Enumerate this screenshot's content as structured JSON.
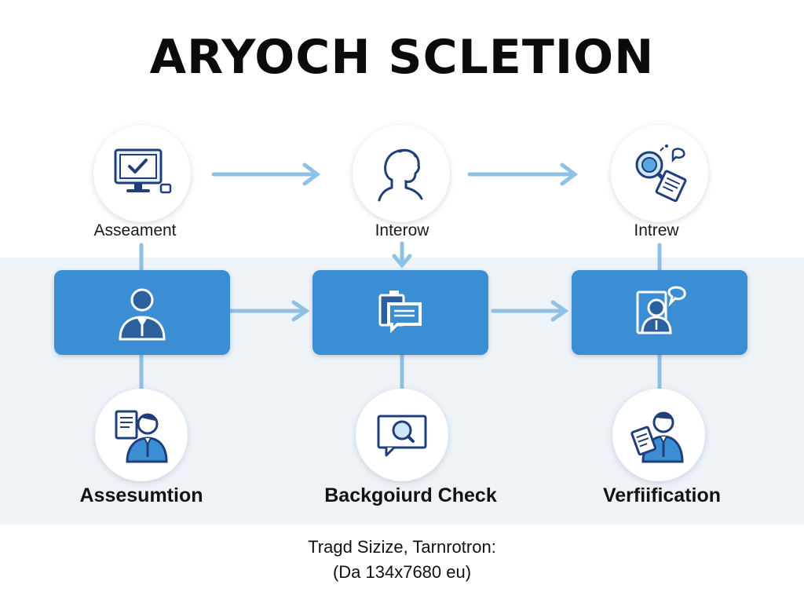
{
  "title": "ARYOCH SCLETION",
  "top_nodes": [
    {
      "label": "Asseament",
      "icon": "monitor-check-icon"
    },
    {
      "label": "Interow",
      "icon": "person-profile-icon"
    },
    {
      "label": "Intrew",
      "icon": "magnifier-document-icon"
    }
  ],
  "middle_nodes": [
    {
      "icon": "person-icon"
    },
    {
      "icon": "document-chat-icon"
    },
    {
      "icon": "profile-chat-icon"
    }
  ],
  "bottom_nodes": [
    {
      "label": "Assesumtion",
      "icon": "person-document-icon"
    },
    {
      "label": "Backgoiurd Check",
      "icon": "search-screen-icon"
    },
    {
      "label": "Verfiification",
      "icon": "person-document-icon"
    }
  ],
  "footer": {
    "line1": "Tragd Sizize, Tarnrotron:",
    "line2": "(Da 134x7680 eu)"
  },
  "colors": {
    "accent": "#3b8ed3",
    "connector": "#8fc0e6",
    "icon_stroke": "#1f3f7a",
    "band": "#eef3f8"
  }
}
